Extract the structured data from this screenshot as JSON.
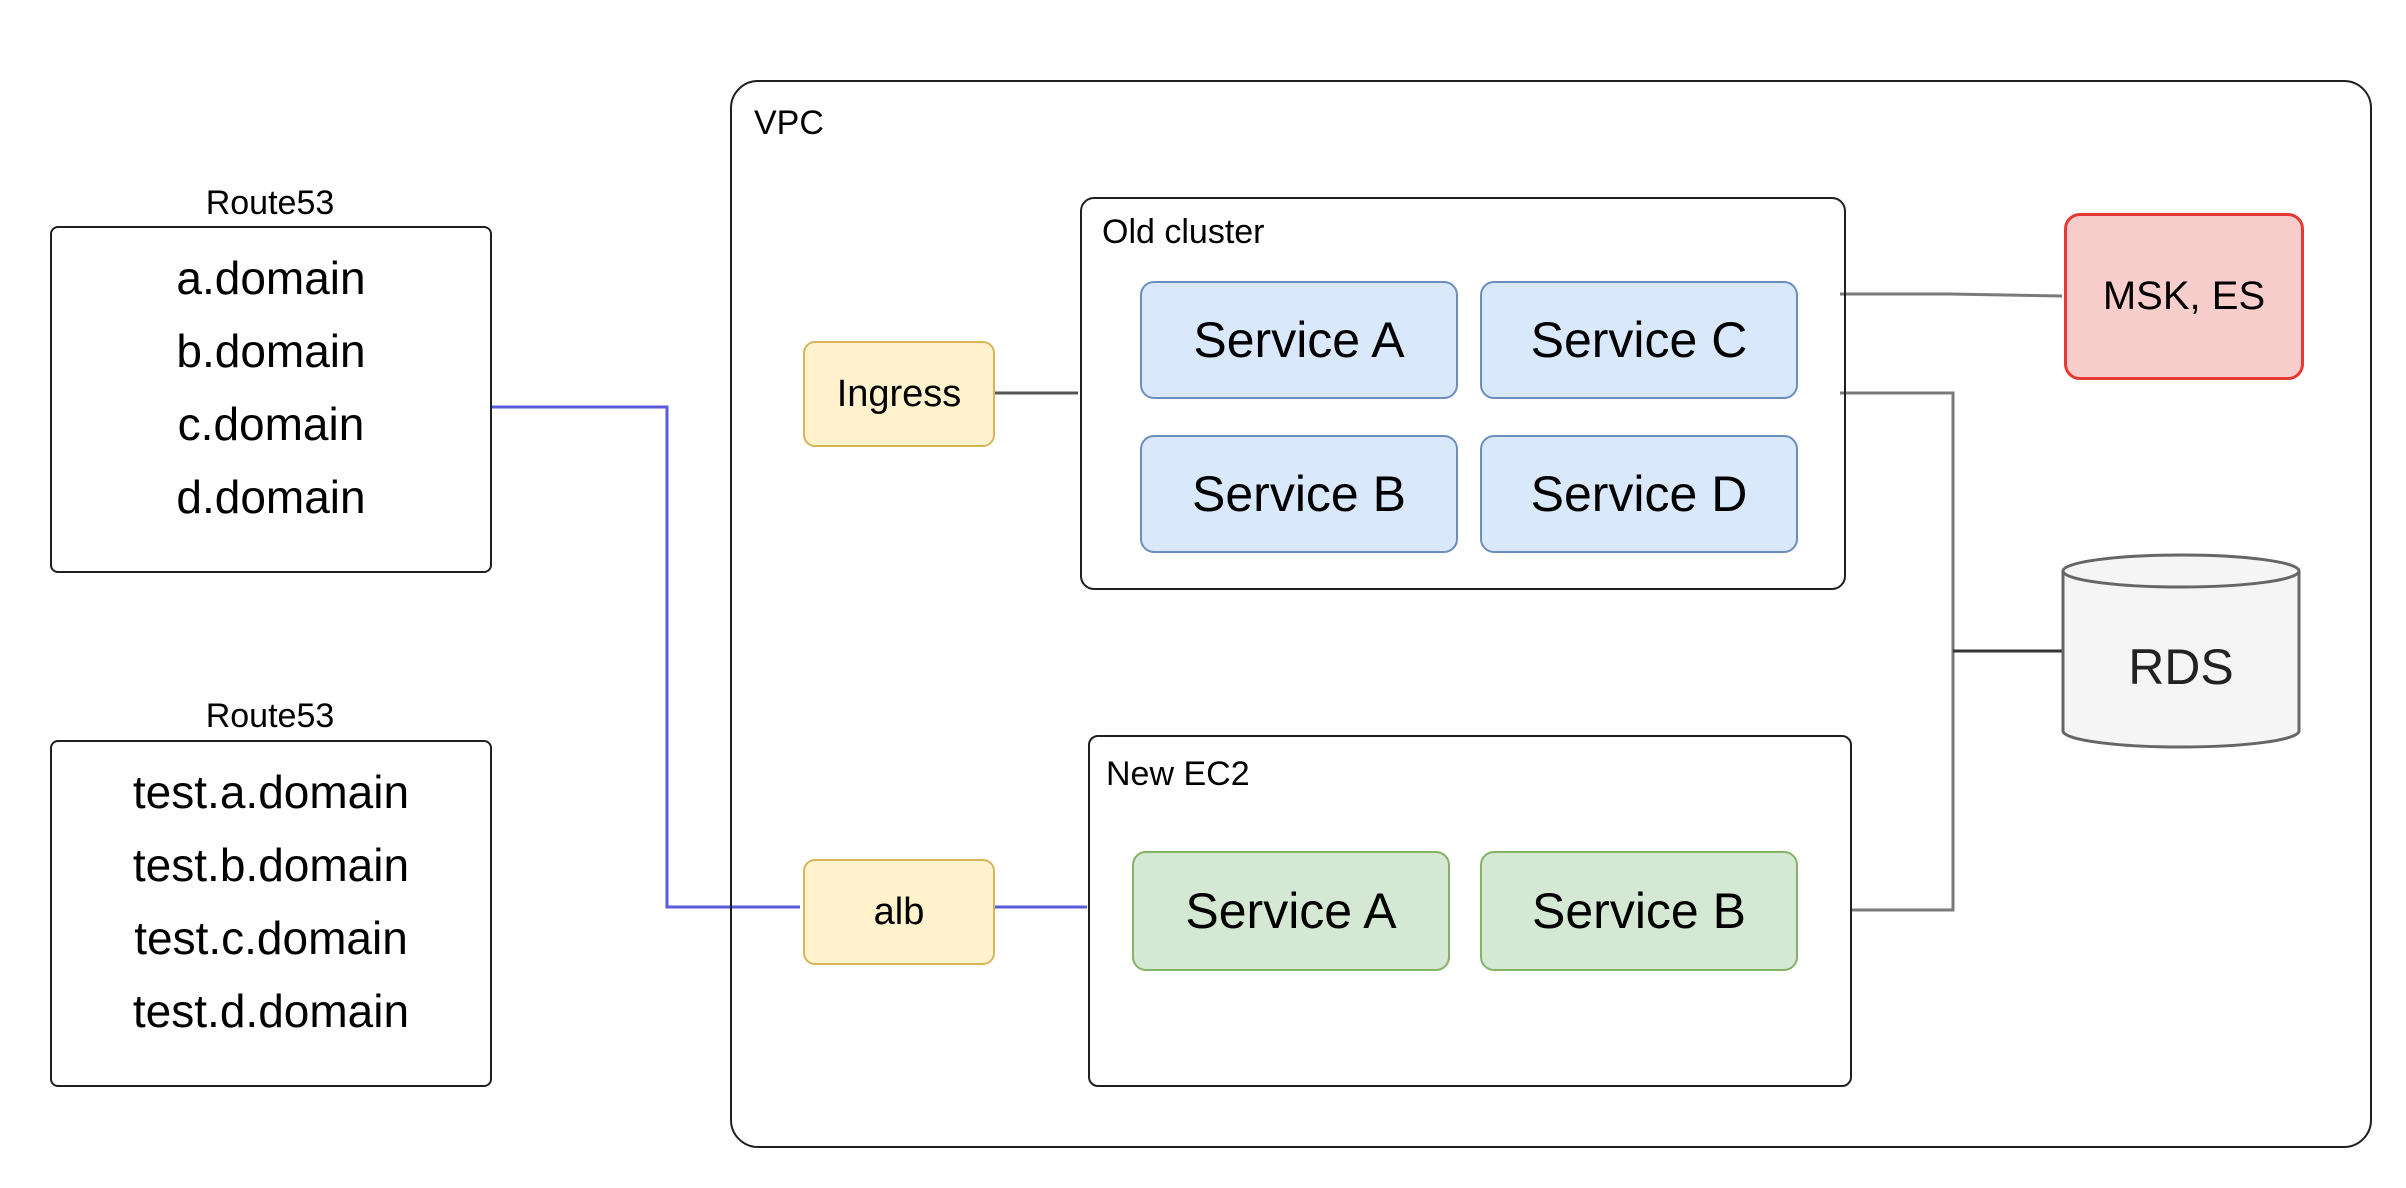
{
  "colors": {
    "dns_link": "#5b5bdb",
    "internal_link": "#7a7a7a",
    "service_old_fill": "#dae8fc",
    "service_old_border": "#6c8ebf",
    "service_new_fill": "#d5e8d4",
    "service_new_border": "#82b366",
    "gateway_fill": "#fff2cc",
    "gateway_border": "#d6b656",
    "msk_fill": "#f8cecc",
    "msk_border": "#e53935",
    "rds_fill": "#f5f5f5",
    "rds_border": "#666666"
  },
  "route53_primary": {
    "title": "Route53",
    "domains": [
      "a.domain",
      "b.domain",
      "c.domain",
      "d.domain"
    ]
  },
  "route53_test": {
    "title": "Route53",
    "domains": [
      "test.a.domain",
      "test.b.domain",
      "test.c.domain",
      "test.d.domain"
    ]
  },
  "vpc": {
    "label": "VPC",
    "ingress": "Ingress",
    "alb": "alb",
    "old_cluster": {
      "label": "Old cluster",
      "services": [
        "Service A",
        "Service C",
        "Service B",
        "Service D"
      ]
    },
    "new_ec2": {
      "label": "New EC2",
      "services": [
        "Service A",
        "Service B"
      ]
    },
    "msk": "MSK, ES",
    "rds": "RDS"
  }
}
